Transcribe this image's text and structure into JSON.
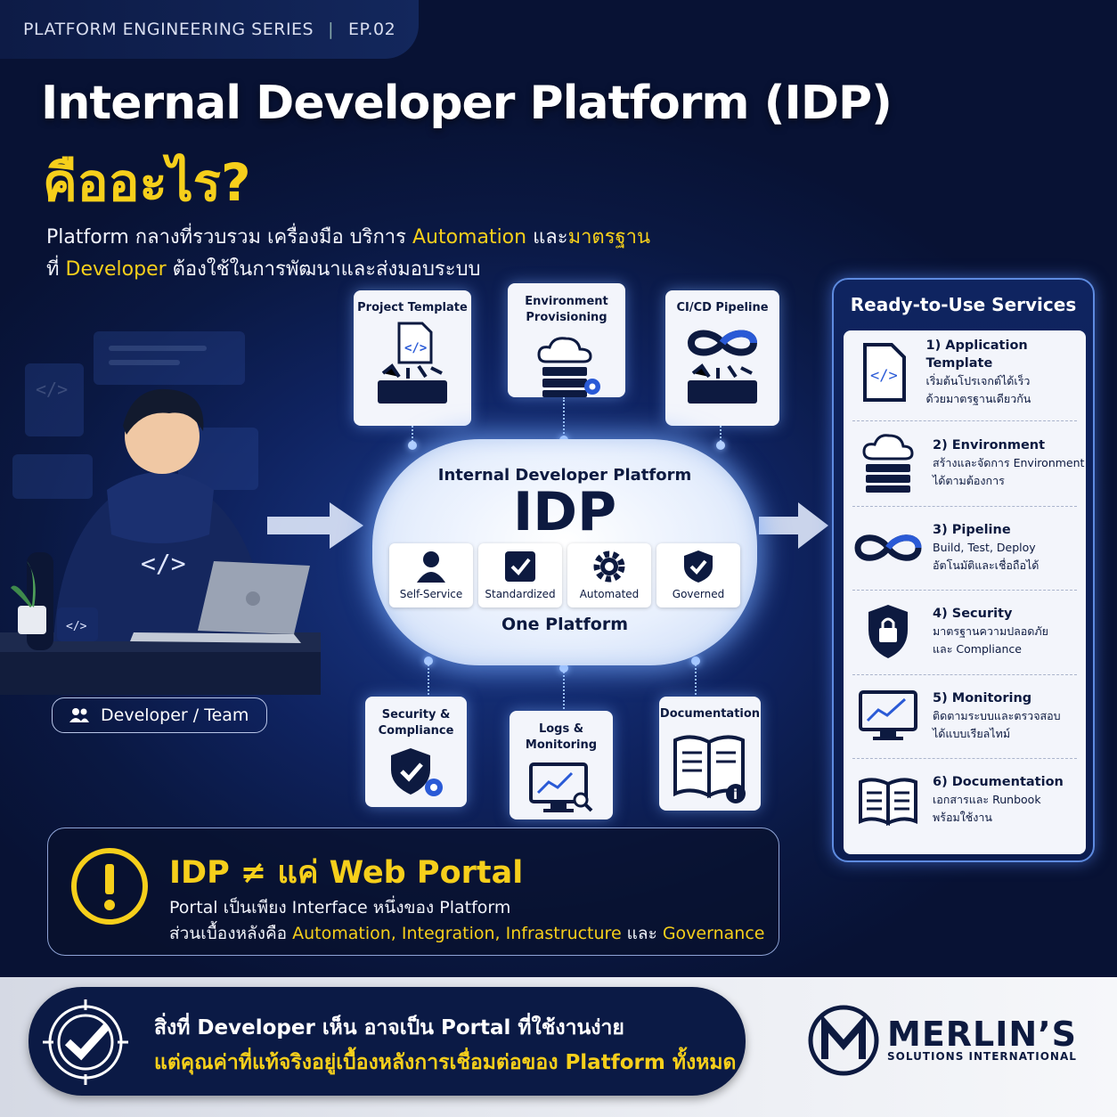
{
  "header": {
    "series": "PLATFORM ENGINEERING SERIES",
    "episode": "EP.02"
  },
  "title": {
    "line1": "Internal Developer Platform (IDP)",
    "line2": "คืออะไร?"
  },
  "subtitle": {
    "line1": [
      {
        "t": "Platform กลางที่รวบรวม เครื่องมือ บริการ ",
        "y": false
      },
      {
        "t": "Automation",
        "y": true
      },
      {
        "t": " และ",
        "y": false
      },
      {
        "t": "มาตรฐาน",
        "y": true
      }
    ],
    "line2": [
      {
        "t": "ที่ ",
        "y": false
      },
      {
        "t": "Developer",
        "y": true
      },
      {
        "t": " ต้องใช้ในการพัฒนาและส่งมอบระบบ",
        "y": false
      }
    ]
  },
  "top_cards": {
    "project_template": "Project Template",
    "environment": "Environment\nProvisioning",
    "cicd": "CI/CD Pipeline"
  },
  "bottom_cards": {
    "security": "Security &\nCompliance",
    "logs": "Logs &\nMonitoring",
    "documentation": "Documentation"
  },
  "platform": {
    "label": "Internal Developer Platform",
    "acronym": "IDP",
    "footer": "One Platform",
    "features": [
      "Self-Service",
      "Standardized",
      "Automated",
      "Governed"
    ]
  },
  "developer": {
    "label": "Developer / Team"
  },
  "services": {
    "title": "Ready-to-Use Services",
    "items": [
      {
        "title": "1) Application Template",
        "line1": "เริ่มต้นโปรเจกต์ได้เร็ว",
        "line2": "ด้วยมาตรฐานเดียวกัน",
        "icon": "code-file-icon"
      },
      {
        "title": "2) Environment",
        "line1": "สร้างและจัดการ Environment",
        "line2": "ได้ตามต้องการ",
        "icon": "cloud-server-icon"
      },
      {
        "title": "3) Pipeline",
        "line1": "Build, Test, Deploy",
        "line2": "อัตโนมัติและเชื่อถือได้",
        "icon": "infinity-icon"
      },
      {
        "title": "4) Security",
        "line1": "มาตรฐานความปลอดภัย",
        "line2": "และ Compliance",
        "icon": "shield-lock-icon"
      },
      {
        "title": "5) Monitoring",
        "line1": "ติดตามระบบและตรวจสอบ",
        "line2": "ได้แบบเรียลไทม์",
        "icon": "monitor-chart-icon"
      },
      {
        "title": "6) Documentation",
        "line1": "เอกสารและ Runbook",
        "line2": "พร้อมใช้งาน",
        "icon": "book-icon"
      }
    ]
  },
  "warning": {
    "title": "IDP ≠ แค่ Web Portal",
    "line1": "Portal เป็นเพียง Interface หนึ่งของ Platform",
    "line2_pre": "ส่วนเบื้องหลังคือ ",
    "line2_terms": "Automation, Integration, Infrastructure",
    "line2_and": " และ ",
    "line2_last": "Governance"
  },
  "bottom": {
    "line1": "สิ่งที่ Developer เห็น อาจเป็น Portal ที่ใช้งานง่าย",
    "line2": "แต่คุณค่าที่แท้จริงอยู่เบื้องหลังการเชื่อมต่อของ Platform ทั้งหมด"
  },
  "logo": {
    "name": "MERLIN’S",
    "tagline": "SOLUTIONS INTERNATIONAL"
  },
  "colors": {
    "accent": "#f6cf1b",
    "navy": "#0d1a40",
    "glow": "#8fb8ff"
  }
}
